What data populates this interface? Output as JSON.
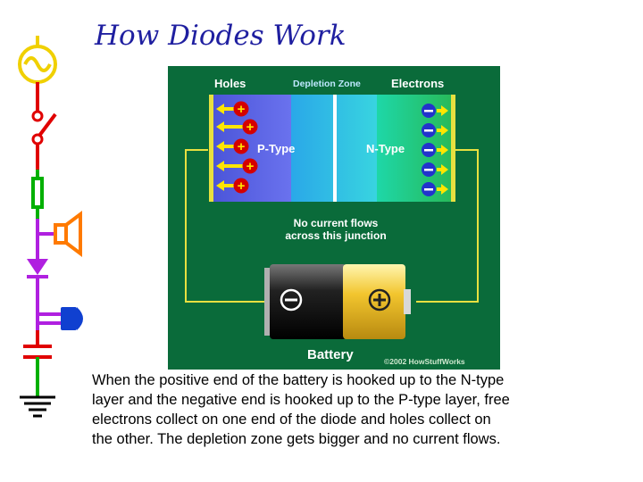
{
  "page": {
    "title": "How Diodes Work"
  },
  "diagram": {
    "labels": {
      "holes": "Holes",
      "depletion_zone": "Depletion Zone",
      "electrons": "Electrons",
      "p_type": "P-Type",
      "n_type": "N-Type",
      "junction_line1": "No current flows",
      "junction_line2": "across this junction",
      "battery": "Battery",
      "copyright": "©2002 HowStuffWorks"
    },
    "colors": {
      "background": "#0a6b3a",
      "p_region": "#5a63e6",
      "depletion": "#33bde0",
      "n_region": "#22c06e",
      "hole": "#d40000",
      "electron": "#2233cc",
      "wire": "#e8e040"
    },
    "hole_count": 5,
    "electron_count": 5
  },
  "caption": {
    "line1": "When the positive end of the battery is hooked up to the N-type",
    "line2": "layer and the negative end is hooked up to the P-type layer, free",
    "line3": "electrons collect on one end of the diode and holes collect on",
    "line4": "the other. The depletion zone gets bigger and no current flows."
  },
  "sidebar": {
    "icons": [
      "ac-source-icon",
      "switch-icon",
      "resistor-icon",
      "speaker-icon",
      "diode-icon",
      "led-icon",
      "capacitor-icon",
      "ground-icon"
    ]
  }
}
